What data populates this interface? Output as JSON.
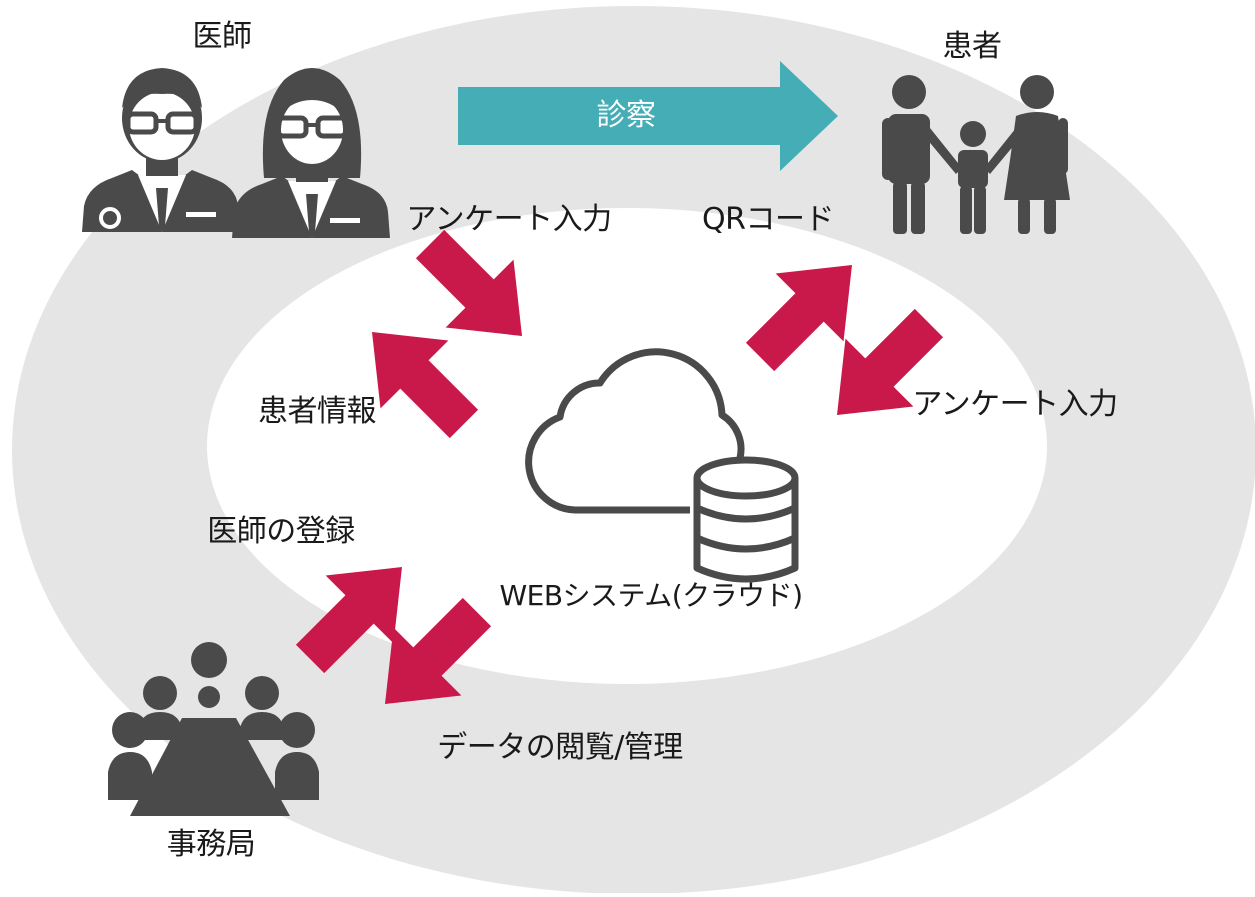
{
  "colors": {
    "outer_ring": "#e5e5e5",
    "inner_area": "#ffffff",
    "arrow_red": "#c9184a",
    "arrow_teal": "#45adb6",
    "icon_gray": "#4a4a4a"
  },
  "nodes": {
    "doctors": {
      "label": "医師",
      "icon": "doctor-icon"
    },
    "patients": {
      "label": "患者",
      "icon": "family-icon"
    },
    "office": {
      "label": "事務局",
      "icon": "meeting-icon"
    },
    "system": {
      "label": "WEBシステム(クラウド)",
      "icon": "cloud-database-icon"
    }
  },
  "flows": {
    "consultation": "診察",
    "doctor_survey_input": "アンケート入力",
    "qr_code": "QRコード",
    "patient_survey_input": "アンケート入力",
    "patient_info": "患者情報",
    "doctor_registration": "医師の登録",
    "data_view_manage": "データの閲覧/管理"
  }
}
